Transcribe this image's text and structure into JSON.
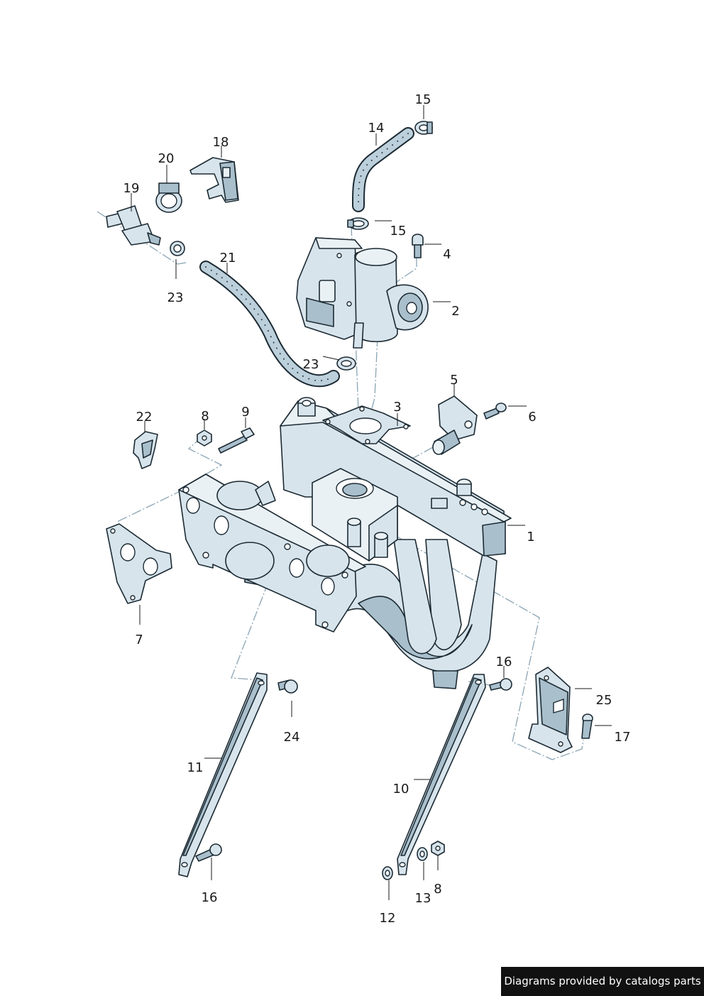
{
  "labels": {
    "l1": "1",
    "l2": "2",
    "l3": "3",
    "l4": "4",
    "l5": "5",
    "l6": "6",
    "l7": "7",
    "l8a": "8",
    "l8b": "8",
    "l9": "9",
    "l10": "10",
    "l11": "11",
    "l12": "12",
    "l13": "13",
    "l14": "14",
    "l15a": "15",
    "l15b": "15",
    "l16a": "16",
    "l16b": "16",
    "l17": "17",
    "l18": "18",
    "l19": "19",
    "l20": "20",
    "l21": "21",
    "l22": "22",
    "l23a": "23",
    "l23b": "23",
    "l24": "24",
    "l25": "25"
  },
  "credit": "Diagrams provided by catalogs parts",
  "colors": {
    "part_fill": "#d7e4ec",
    "outline": "#1c2a33",
    "dash_line": "#8aa4b4"
  }
}
